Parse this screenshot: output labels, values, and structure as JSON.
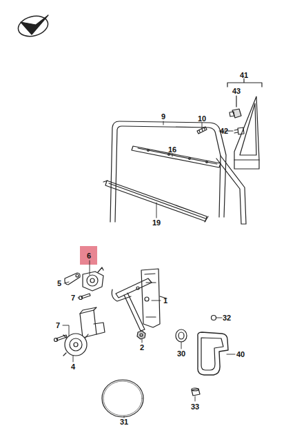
{
  "diagram": {
    "labels": [
      "41",
      "43",
      "9",
      "10",
      "42",
      "16",
      "19",
      "6",
      "5",
      "7",
      "1",
      "7",
      "4",
      "2",
      "32",
      "30",
      "40",
      "31",
      "33"
    ]
  }
}
